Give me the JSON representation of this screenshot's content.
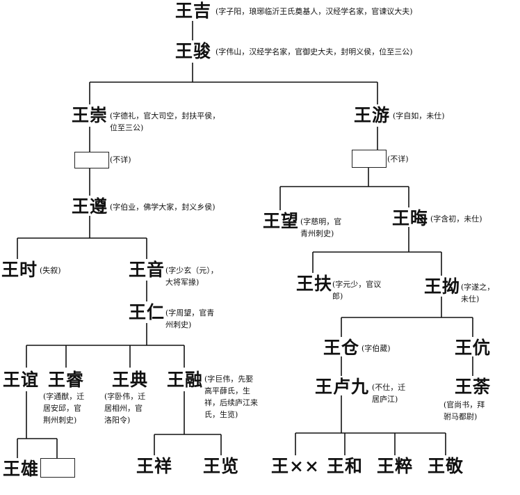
{
  "nodes": {
    "wang_ji": {
      "name": "王吉",
      "note": "(字子阳，琅琊临沂王氏奠基人，汉经学名家，官谏议大夫)"
    },
    "wang_jun": {
      "name": "王骏",
      "note": "(字伟山，汉经学名家，官御史大夫，封明义侯，位至三公)"
    },
    "wang_chong": {
      "name": "王崇",
      "note1": "(字德礼，官大司空，封扶平侯，",
      "note2": "位至三公)"
    },
    "wang_you": {
      "name": "王游",
      "note": "(字自如，未仕)"
    },
    "unknown_left": {
      "note": "(不详)"
    },
    "unknown_right": {
      "note": "(不详)"
    },
    "wang_zun": {
      "name": "王遵",
      "note": "(字伯业，佛学大家，封义乡侯)"
    },
    "wang_wang": {
      "name": "王望",
      "note1": "(字慈明，官",
      "note2": "青州刺史)"
    },
    "wang_hui": {
      "name": "王晦",
      "note": "(字含初，未仕)"
    },
    "wang_shi": {
      "name": "王时",
      "note": "(失叙)"
    },
    "wang_yin": {
      "name": "王音",
      "note1": "(字少玄（元），",
      "note2": "大将军掾)"
    },
    "wang_fu": {
      "name": "王扶",
      "note1": "(字元少，官议",
      "note2": "郎)"
    },
    "wang_ao": {
      "name": "王拗",
      "note1": "(字遂之，",
      "note2": "未仕)"
    },
    "wang_ren": {
      "name": "王仁",
      "note1": "(字周望，官青",
      "note2": "州刺史)"
    },
    "wang_cang": {
      "name": "王仓",
      "note": "(字伯葳)"
    },
    "wang_wan": {
      "name": "王伉"
    },
    "wang_yi": {
      "name": "王谊"
    },
    "wang_rui": {
      "name": "王睿",
      "note1": "(字通猷，迁",
      "note2": "居安邱，官",
      "note3": "荆州刺史)"
    },
    "wang_dian": {
      "name": "王典",
      "note1": "(字卧伟，迁",
      "note2": "居相州，官",
      "note3": "洛阳令)"
    },
    "wang_rong": {
      "name": "王融",
      "note1": "(字巨伟，先娶",
      "note2": "高平薛氏，生",
      "note3": "祥，后续庐江来",
      "note4": "氏，生览)"
    },
    "wang_lujiu": {
      "name": "王卢九",
      "note1": "(不仕，迁",
      "note2": "居庐江)"
    },
    "wang_tu": {
      "name": "王荼",
      "note1": "(官尚书，拜",
      "note2": "驸马都尉)"
    },
    "wang_xiong": {
      "name": "王雄"
    },
    "wang_xiang": {
      "name": "王祥"
    },
    "wang_lan": {
      "name": "王览"
    },
    "wang_xx": {
      "name": "王××"
    },
    "wang_he": {
      "name": "王和"
    },
    "wang_cui": {
      "name": "王粹"
    },
    "wang_jing": {
      "name": "王敬"
    }
  }
}
